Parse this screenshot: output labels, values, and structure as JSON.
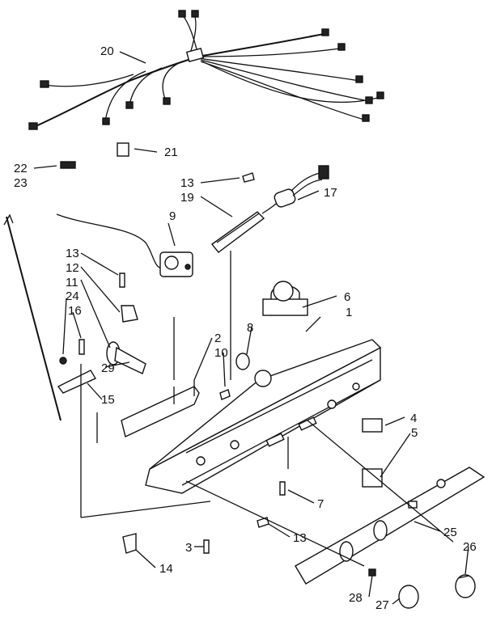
{
  "diagram": {
    "labels": [
      {
        "id": "20",
        "text": "20"
      },
      {
        "id": "21",
        "text": "21"
      },
      {
        "id": "22",
        "text": "22"
      },
      {
        "id": "23",
        "text": "23"
      },
      {
        "id": "13a",
        "text": "13"
      },
      {
        "id": "19",
        "text": "19"
      },
      {
        "id": "17",
        "text": "17"
      },
      {
        "id": "9",
        "text": "9"
      },
      {
        "id": "13b",
        "text": "13"
      },
      {
        "id": "12",
        "text": "12"
      },
      {
        "id": "11",
        "text": "11"
      },
      {
        "id": "24",
        "text": "24"
      },
      {
        "id": "16",
        "text": "16"
      },
      {
        "id": "6",
        "text": "6"
      },
      {
        "id": "1",
        "text": "1"
      },
      {
        "id": "8",
        "text": "8"
      },
      {
        "id": "2",
        "text": "2"
      },
      {
        "id": "10",
        "text": "10"
      },
      {
        "id": "29",
        "text": "29"
      },
      {
        "id": "15",
        "text": "15"
      },
      {
        "id": "4",
        "text": "4"
      },
      {
        "id": "5",
        "text": "5"
      },
      {
        "id": "7",
        "text": "7"
      },
      {
        "id": "13c",
        "text": "13"
      },
      {
        "id": "3",
        "text": "3"
      },
      {
        "id": "14",
        "text": "14"
      },
      {
        "id": "25",
        "text": "25"
      },
      {
        "id": "26",
        "text": "26"
      },
      {
        "id": "28",
        "text": "28"
      },
      {
        "id": "27",
        "text": "27"
      }
    ]
  }
}
